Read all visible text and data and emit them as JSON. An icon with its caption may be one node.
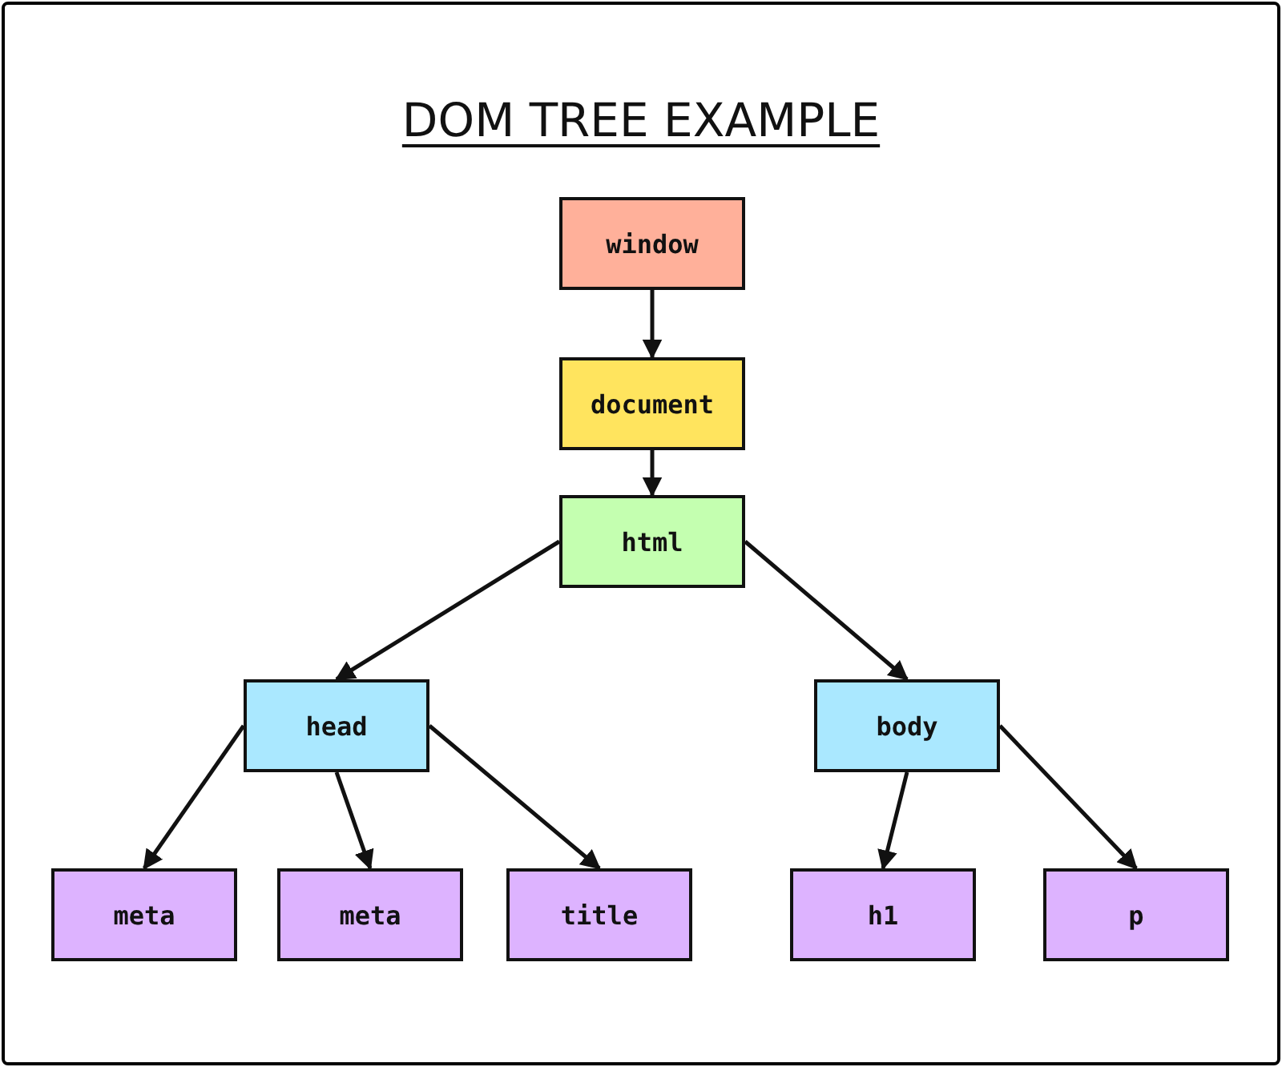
{
  "diagram": {
    "title": "DOM TREE EXAMPLE",
    "nodes": [
      {
        "text": [
          "window"
        ]
      },
      {
        "text": [
          "document"
        ]
      },
      {
        "text": [
          "html"
        ]
      },
      {
        "text": [
          "head"
        ]
      },
      {
        "text": [
          "body"
        ]
      },
      {
        "text": [
          "meta"
        ]
      },
      {
        "text": [
          "meta"
        ]
      },
      {
        "text": [
          "title"
        ]
      },
      {
        "text": [
          "h1"
        ]
      },
      {
        "text": [
          "p"
        ]
      }
    ],
    "edges": [
      {
        "from": 0,
        "to": 1,
        "arrow": "to"
      },
      {
        "from": 1,
        "to": 2,
        "arrow": "to"
      },
      {
        "from": 2,
        "to": 3,
        "arrow": "to"
      },
      {
        "from": 2,
        "to": 4,
        "arrow": "to"
      },
      {
        "from": 3,
        "to": 5,
        "arrow": "to"
      },
      {
        "from": 3,
        "to": 6,
        "arrow": "to"
      },
      {
        "from": 3,
        "to": 7,
        "arrow": "to"
      },
      {
        "from": 4,
        "to": 8,
        "arrow": "to"
      },
      {
        "from": 4,
        "to": 9,
        "arrow": "to"
      }
    ]
  }
}
